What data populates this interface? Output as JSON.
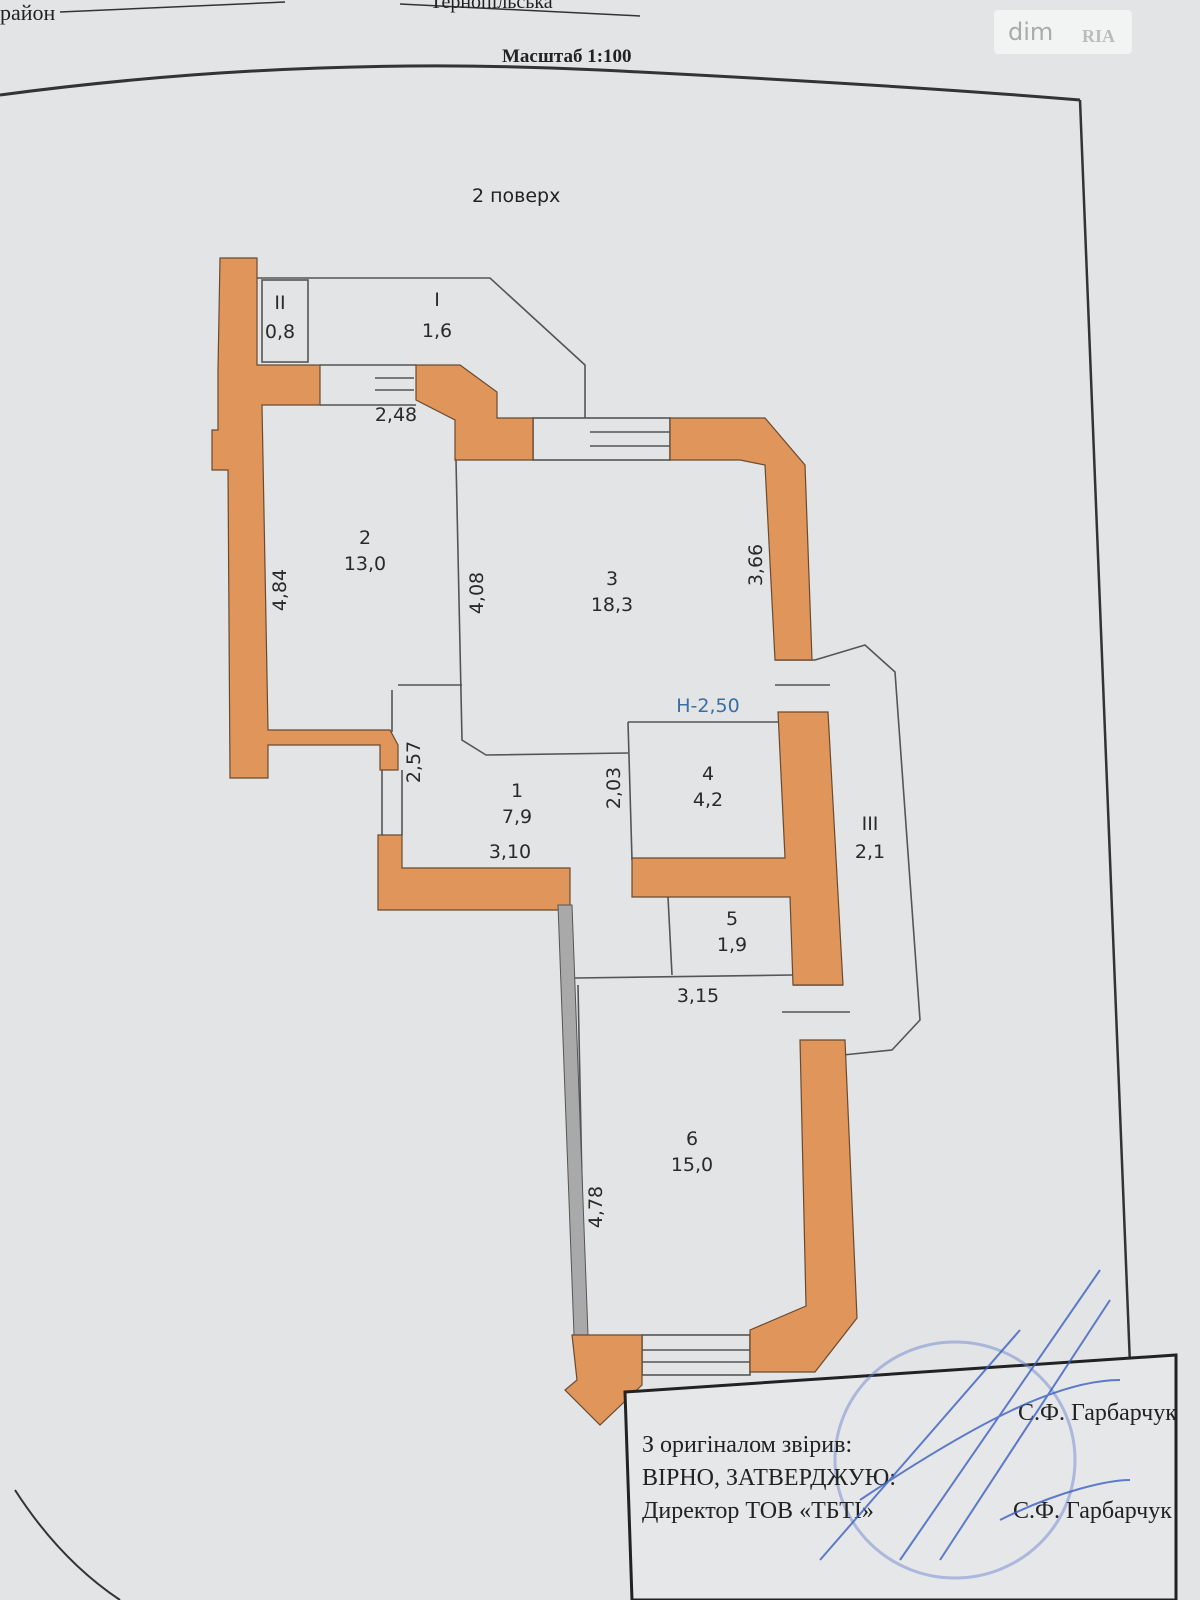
{
  "header": {
    "district_label": "район",
    "street_partial": "Тернопільська",
    "scale": "Масштаб 1:100",
    "floor": "2 поверх"
  },
  "watermark": {
    "brand_left": "dim",
    "brand_right": "RIA"
  },
  "rooms": [
    {
      "number": "I",
      "area": "1,6"
    },
    {
      "number": "II",
      "area": "0,8"
    },
    {
      "number": "2",
      "area": "13,0"
    },
    {
      "number": "3",
      "area": "18,3"
    },
    {
      "number": "1",
      "area": "7,9"
    },
    {
      "number": "4",
      "area": "4,2"
    },
    {
      "number": "III",
      "area": "2,1"
    },
    {
      "number": "5",
      "area": "1,9"
    },
    {
      "number": "6",
      "area": "15,0"
    }
  ],
  "dimensions": {
    "d_2_48": "2,48",
    "d_4_84": "4,84",
    "d_4_08": "4,08",
    "d_3_66": "3,66",
    "d_2_57": "2,57",
    "d_2_03": "2,03",
    "d_3_10": "3,10",
    "d_3_15": "3,15",
    "d_4_78": "4,78",
    "height": "Н-2,50"
  },
  "colors": {
    "wall": "#e0955a",
    "height_label": "#3a6ea5",
    "stamp": "#3a5fc0"
  },
  "stamp_box": {
    "line1": "З оригіналом звірив:",
    "line2": "ВІРНО, ЗАТВЕРДЖУЮ:",
    "line3": "Директор ТОВ «ТБТІ»",
    "signature_name_1": "С.Ф. Гарбарчук",
    "signature_name_2": "С.Ф. Гарбарчук"
  }
}
